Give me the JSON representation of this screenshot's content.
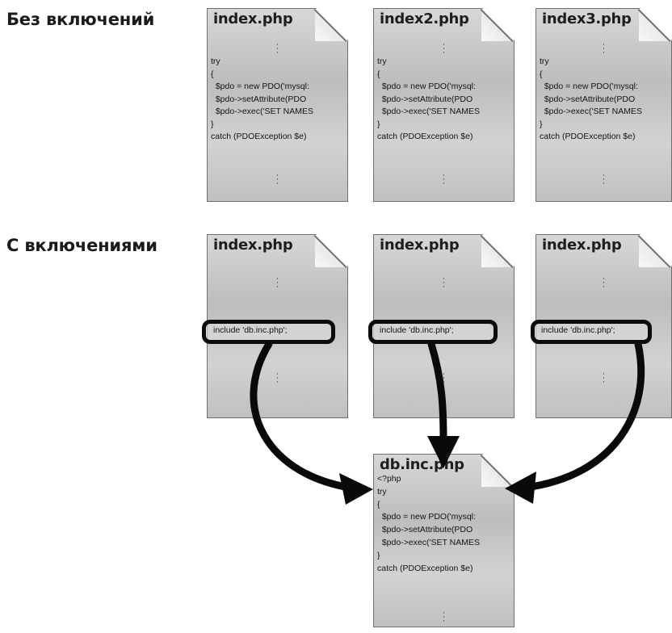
{
  "labels": {
    "without": "Без включений",
    "with": "С включениями"
  },
  "top_docs": [
    {
      "title": "index.php",
      "lines": [
        "try",
        "{",
        "  $pdo = new PDO('mysql:",
        "  $pdo->setAttribute(PDO",
        "  $pdo->exec('SET NAMES",
        "}",
        "catch (PDOException $e)"
      ]
    },
    {
      "title": "index2.php",
      "lines": [
        "try",
        "{",
        "  $pdo = new PDO('mysql:",
        "  $pdo->setAttribute(PDO",
        "  $pdo->exec('SET NAMES",
        "}",
        "catch (PDOException $e)"
      ]
    },
    {
      "title": "index3.php",
      "lines": [
        "try",
        "{",
        "  $pdo = new PDO('mysql:",
        "  $pdo->setAttribute(PDO",
        "  $pdo->exec('SET NAMES",
        "}",
        "catch (PDOException $e)"
      ]
    }
  ],
  "include_docs": [
    {
      "title": "index.php",
      "include": "include 'db.inc.php';"
    },
    {
      "title": "index.php",
      "include": "include 'db.inc.php';"
    },
    {
      "title": "index.php",
      "include": "include 'db.inc.php';"
    }
  ],
  "db_doc": {
    "title": "db.inc.php",
    "lines": [
      "<?php",
      "try",
      "{",
      "  $pdo = new PDO('mysql:",
      "  $pdo->setAttribute(PDO",
      "  $pdo->exec('SET NAMES",
      "}",
      "catch (PDOException $e)"
    ]
  }
}
